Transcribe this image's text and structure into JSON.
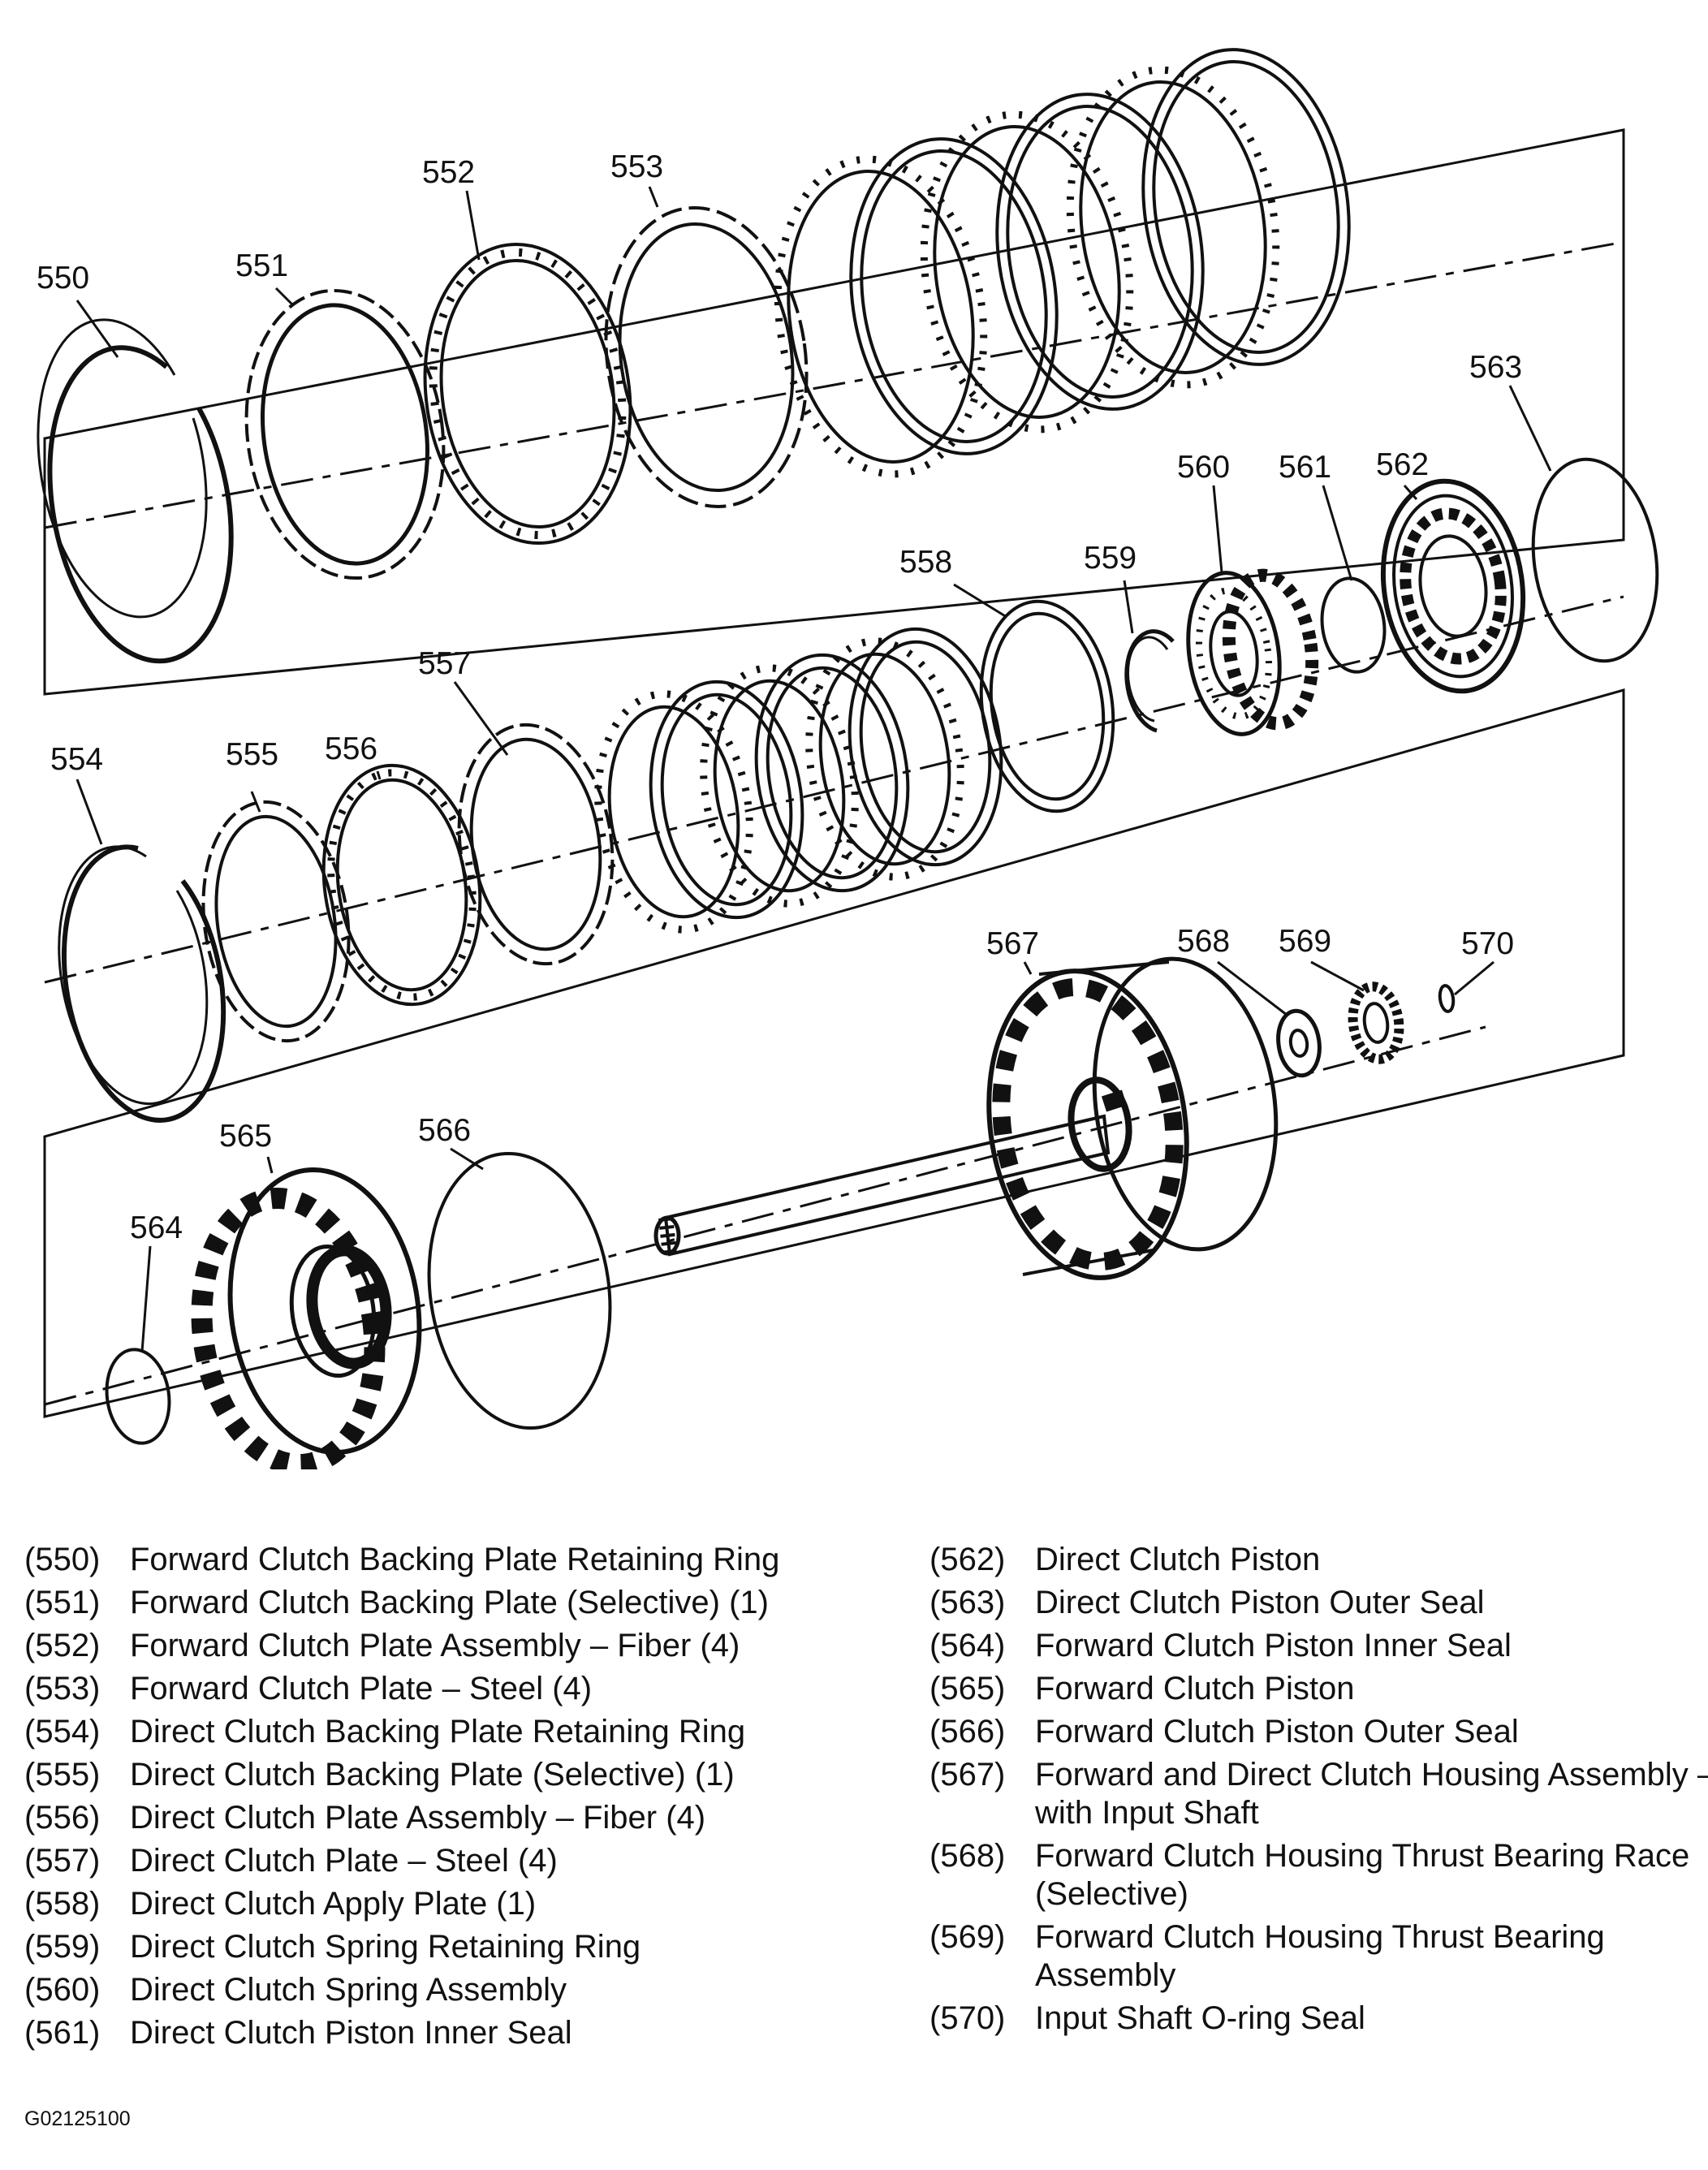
{
  "figure_id": "G02125100",
  "callouts": [
    "550",
    "551",
    "552",
    "553",
    "554",
    "555",
    "556",
    "557",
    "558",
    "559",
    "560",
    "561",
    "562",
    "563",
    "564",
    "565",
    "566",
    "567",
    "568",
    "569",
    "570"
  ],
  "legend_left": [
    {
      "num": "(550)",
      "desc": "Forward Clutch Backing Plate Retaining Ring"
    },
    {
      "num": "(551)",
      "desc": "Forward Clutch Backing Plate (Selective) (1)"
    },
    {
      "num": "(552)",
      "desc": "Forward Clutch Plate Assembly – Fiber (4)"
    },
    {
      "num": "(553)",
      "desc": "Forward Clutch Plate – Steel (4)"
    },
    {
      "num": "(554)",
      "desc": "Direct Clutch Backing Plate Retaining Ring"
    },
    {
      "num": "(555)",
      "desc": "Direct Clutch Backing Plate (Selective) (1)"
    },
    {
      "num": "(556)",
      "desc": "Direct Clutch Plate Assembly – Fiber (4)"
    },
    {
      "num": "(557)",
      "desc": "Direct Clutch Plate – Steel (4)"
    },
    {
      "num": "(558)",
      "desc": "Direct Clutch Apply Plate (1)"
    },
    {
      "num": "(559)",
      "desc": "Direct Clutch Spring Retaining Ring"
    },
    {
      "num": "(560)",
      "desc": "Direct Clutch Spring Assembly"
    },
    {
      "num": "(561)",
      "desc": "Direct Clutch Piston Inner Seal"
    }
  ],
  "legend_right": [
    {
      "num": "(562)",
      "desc": "Direct Clutch Piston"
    },
    {
      "num": "(563)",
      "desc": "Direct Clutch Piston Outer Seal"
    },
    {
      "num": "(564)",
      "desc": "Forward Clutch Piston Inner Seal"
    },
    {
      "num": "(565)",
      "desc": "Forward Clutch Piston"
    },
    {
      "num": "(566)",
      "desc": "Forward Clutch Piston Outer Seal"
    },
    {
      "num": "(567)",
      "desc": "Forward and Direct Clutch Housing Assembly – with Input Shaft"
    },
    {
      "num": "(568)",
      "desc": "Forward Clutch Housing Thrust Bearing Race (Selective)"
    },
    {
      "num": "(569)",
      "desc": "Forward Clutch Housing Thrust Bearing Assembly"
    },
    {
      "num": "(570)",
      "desc": "Input Shaft O-ring Seal"
    }
  ]
}
